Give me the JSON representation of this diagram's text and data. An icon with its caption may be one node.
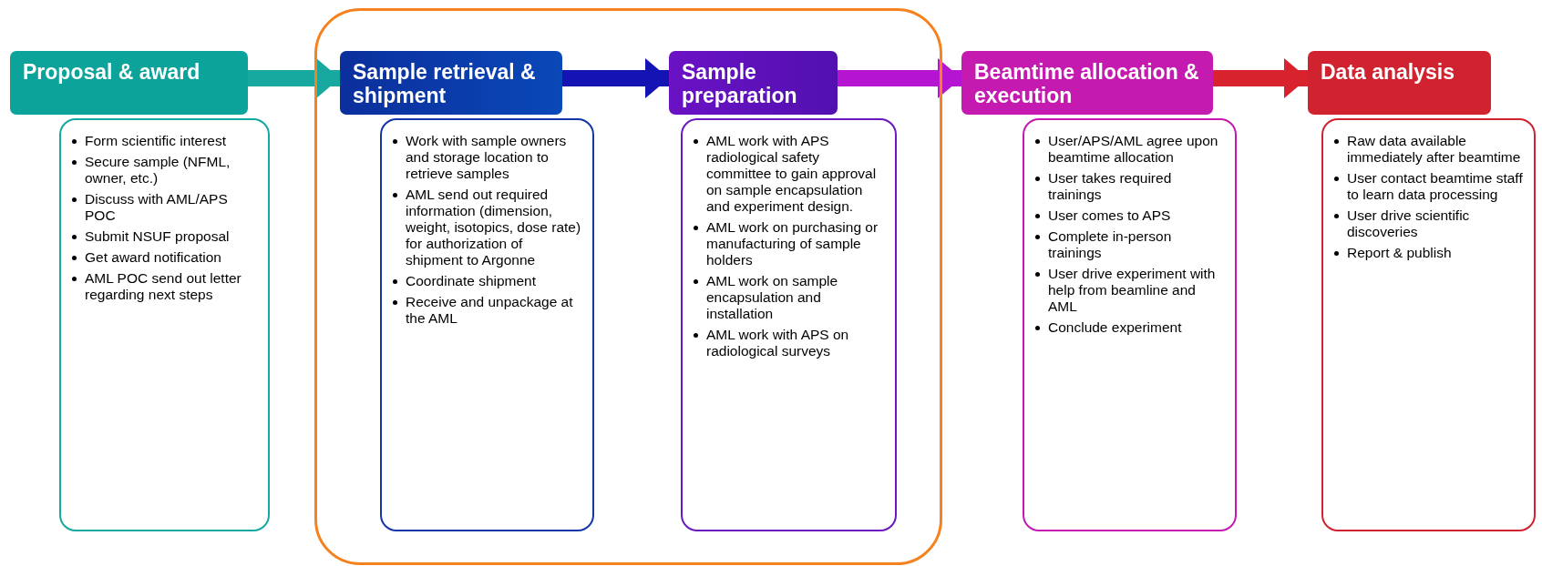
{
  "diagram": {
    "nodes": [
      {
        "text": [
          "Proposal & award"
        ]
      },
      {
        "text": [
          "Form scientific interest",
          "Secure sample (NFML, owner, etc.)",
          "Discuss with AML/APS POC",
          "Submit NSUF proposal",
          "Get award notification",
          "AML POC send out letter regarding next steps"
        ]
      },
      {
        "text": [],
        "shape": "box"
      },
      {
        "text": [
          "Sample retrieval & shipment"
        ],
        "in": 2
      },
      {
        "text": [
          "Work with sample owners and storage location to retrieve samples",
          "AML send out required information (dimension, weight, isotopics, dose rate) for authorization of shipment to Argonne",
          "Coordinate shipment",
          "Receive and unpackage at the AML"
        ],
        "in": 2
      },
      {
        "text": [
          "Sample preparation"
        ],
        "in": 2
      },
      {
        "text": [
          "AML work with APS radiological safety committee to gain approval on sample encapsulation and experiment design.",
          "AML work on purchasing or manufacturing of sample holders",
          "AML work on sample encapsulation and installation",
          "AML work with APS on radiological surveys"
        ],
        "in": 2
      },
      {
        "text": [
          "Beamtime allocation & execution"
        ]
      },
      {
        "text": [
          "User/APS/AML agree upon beamtime allocation",
          "User takes required trainings",
          "User comes to APS",
          "Complete in-person trainings",
          "User drive experiment with help from beamline and AML",
          "Conclude experiment"
        ]
      },
      {
        "text": [
          "Data analysis"
        ]
      },
      {
        "text": [
          "Raw data available immediately after beamtime",
          "User contact beamtime staff to learn data processing",
          "User drive scientific discoveries",
          "Report & publish"
        ]
      }
    ],
    "edges": [
      {
        "from": 0,
        "to": 3,
        "arrow": "to",
        "color": "#17a8a0"
      },
      {
        "from": 3,
        "to": 5,
        "arrow": "to",
        "color": "#1414b4"
      },
      {
        "from": 5,
        "to": 7,
        "arrow": "to",
        "color": "#b515d0"
      },
      {
        "from": 7,
        "to": 9,
        "arrow": "to",
        "color": "#d8232f"
      }
    ]
  }
}
